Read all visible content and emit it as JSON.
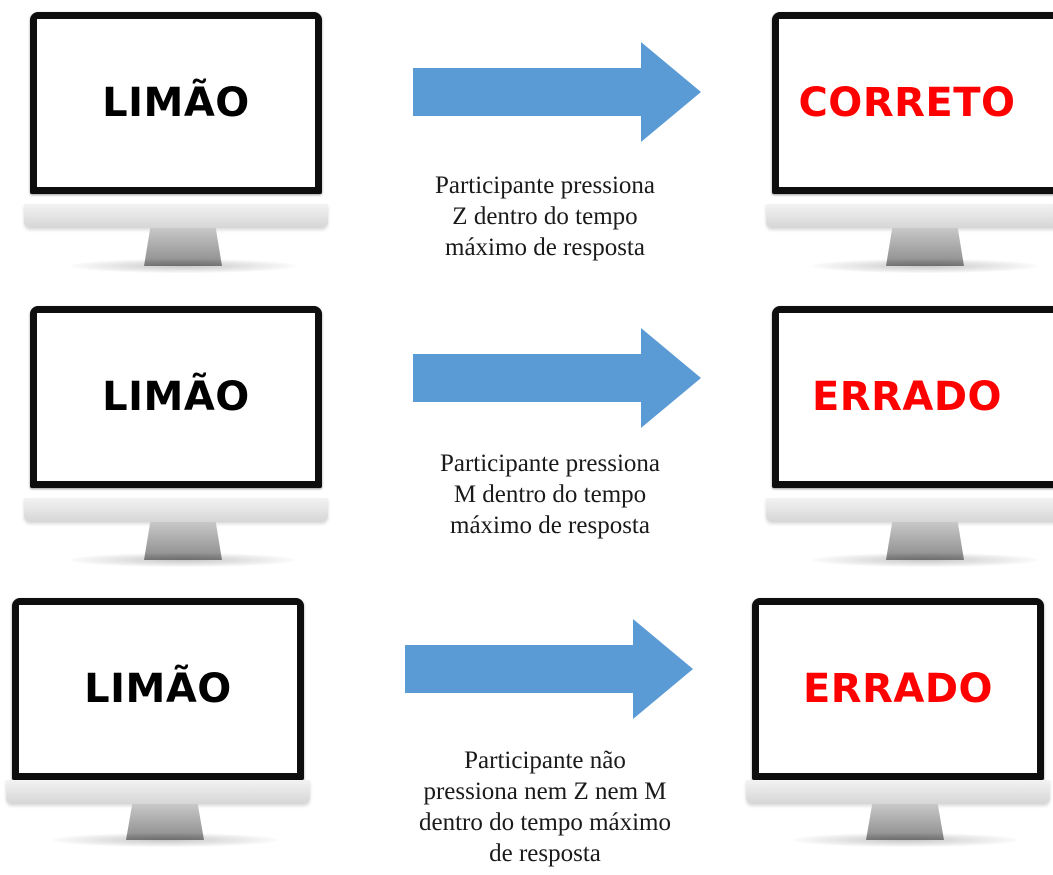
{
  "colors": {
    "arrow_fill": "#5b9bd5",
    "stimulus_text": "#000000",
    "feedback_text": "#ff0000"
  },
  "rows": [
    {
      "stimulus": "LIMÃO",
      "feedback": "CORRETO",
      "caption": [
        "Participante pressiona",
        "Z dentro do tempo",
        "máximo de resposta"
      ]
    },
    {
      "stimulus": "LIMÃO",
      "feedback": "ERRADO",
      "caption": [
        "Participante pressiona",
        "M dentro do tempo",
        "máximo de resposta"
      ]
    },
    {
      "stimulus": "LIMÃO",
      "feedback": "ERRADO",
      "caption": [
        "Participante não",
        "pressiona nem Z nem M",
        "dentro do tempo máximo",
        "de resposta"
      ]
    }
  ]
}
